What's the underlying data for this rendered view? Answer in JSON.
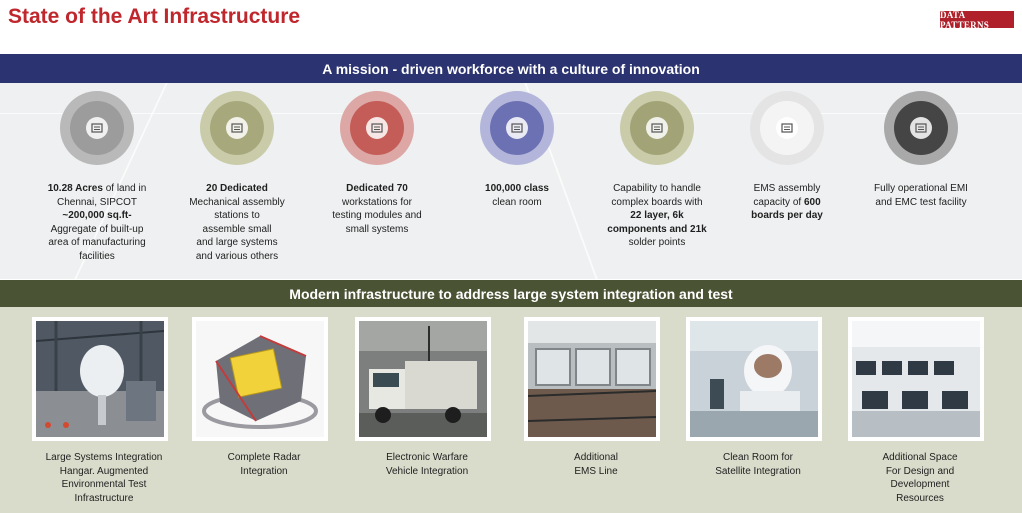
{
  "header": {
    "title": "State of the Art Infrastructure",
    "logo_text": "DATA PATTERNS"
  },
  "mission_band": {
    "label": "A mission - driven workforce with a culture of innovation"
  },
  "features": [
    {
      "icon": "land-icon",
      "ring_color": "#b9b9b9",
      "disc_color": "#9c9c9c",
      "lines": [
        {
          "pre": "",
          "bold": "10.28 Acres",
          "post": " of land in"
        },
        {
          "pre": "Chennai, SIPCOT",
          "bold": "",
          "post": ""
        },
        {
          "pre": "",
          "bold": "~200,000 sq.ft-",
          "post": ""
        },
        {
          "pre": "Aggregate of built-up",
          "bold": "",
          "post": ""
        },
        {
          "pre": "area of manufacturing",
          "bold": "",
          "post": ""
        },
        {
          "pre": "facilities",
          "bold": "",
          "post": ""
        }
      ]
    },
    {
      "icon": "assembly-icon",
      "ring_color": "#c9cba9",
      "disc_color": "#a7a97c",
      "lines": [
        {
          "pre": "",
          "bold": "20 Dedicated",
          "post": ""
        },
        {
          "pre": "Mechanical assembly",
          "bold": "",
          "post": ""
        },
        {
          "pre": "stations to",
          "bold": "",
          "post": ""
        },
        {
          "pre": "assemble small",
          "bold": "",
          "post": ""
        },
        {
          "pre": "and large systems",
          "bold": "",
          "post": ""
        },
        {
          "pre": "and various others",
          "bold": "",
          "post": ""
        }
      ]
    },
    {
      "icon": "workstation-icon",
      "ring_color": "#dda7a5",
      "disc_color": "#c45c57",
      "lines": [
        {
          "pre": "",
          "bold": "Dedicated 70",
          "post": ""
        },
        {
          "pre": "workstations for",
          "bold": "",
          "post": ""
        },
        {
          "pre": "testing modules and",
          "bold": "",
          "post": ""
        },
        {
          "pre": "small systems",
          "bold": "",
          "post": ""
        }
      ]
    },
    {
      "icon": "clean-room-icon",
      "ring_color": "#b3b6da",
      "disc_color": "#6b71b3",
      "lines": [
        {
          "pre": "",
          "bold": "100,000 class",
          "post": ""
        },
        {
          "pre": "clean room",
          "bold": "",
          "post": ""
        }
      ]
    },
    {
      "icon": "circuit-board-icon",
      "ring_color": "#c9cba9",
      "disc_color": "#a2a477",
      "lines": [
        {
          "pre": "Capability to handle",
          "bold": "",
          "post": ""
        },
        {
          "pre": "complex boards with",
          "bold": "",
          "post": ""
        },
        {
          "pre": "",
          "bold": "22 layer, 6k",
          "post": ""
        },
        {
          "pre": "",
          "bold": "components and 21k",
          "post": ""
        },
        {
          "pre": "solder points",
          "bold": "",
          "post": ""
        }
      ]
    },
    {
      "icon": "ems-gears-icon",
      "ring_color": "#e4e4e4",
      "disc_color": "#f4f4f4",
      "lines": [
        {
          "pre": "EMS assembly",
          "bold": "",
          "post": ""
        },
        {
          "pre": "capacity of ",
          "bold": "600",
          "post": ""
        },
        {
          "pre": "",
          "bold": "boards per day",
          "post": ""
        }
      ]
    },
    {
      "icon": "emi-test-icon",
      "ring_color": "#a9a9a9",
      "disc_color": "#454545",
      "lines": [
        {
          "pre": "Fully operational EMI",
          "bold": "",
          "post": ""
        },
        {
          "pre": "and EMC test facility",
          "bold": "",
          "post": ""
        }
      ]
    }
  ],
  "infra_band": {
    "label": "Modern infrastructure to address large system integration and test"
  },
  "facilities": [
    {
      "name": "hangar",
      "caption": [
        "Large Systems Integration",
        "Hangar. Augmented",
        "Environmental Test",
        "Infrastructure"
      ]
    },
    {
      "name": "radar",
      "caption": [
        "Complete Radar",
        "Integration"
      ]
    },
    {
      "name": "vehicle",
      "caption": [
        "Electronic Warfare",
        "Vehicle Integration"
      ]
    },
    {
      "name": "ems-line",
      "caption": [
        "Additional",
        "EMS Line"
      ]
    },
    {
      "name": "satellite-clean-room",
      "caption": [
        "Clean Room for",
        "Satellite Integration"
      ]
    },
    {
      "name": "design-space",
      "caption": [
        "Additional Space",
        "For Design and",
        "Development",
        "Resources"
      ]
    }
  ]
}
